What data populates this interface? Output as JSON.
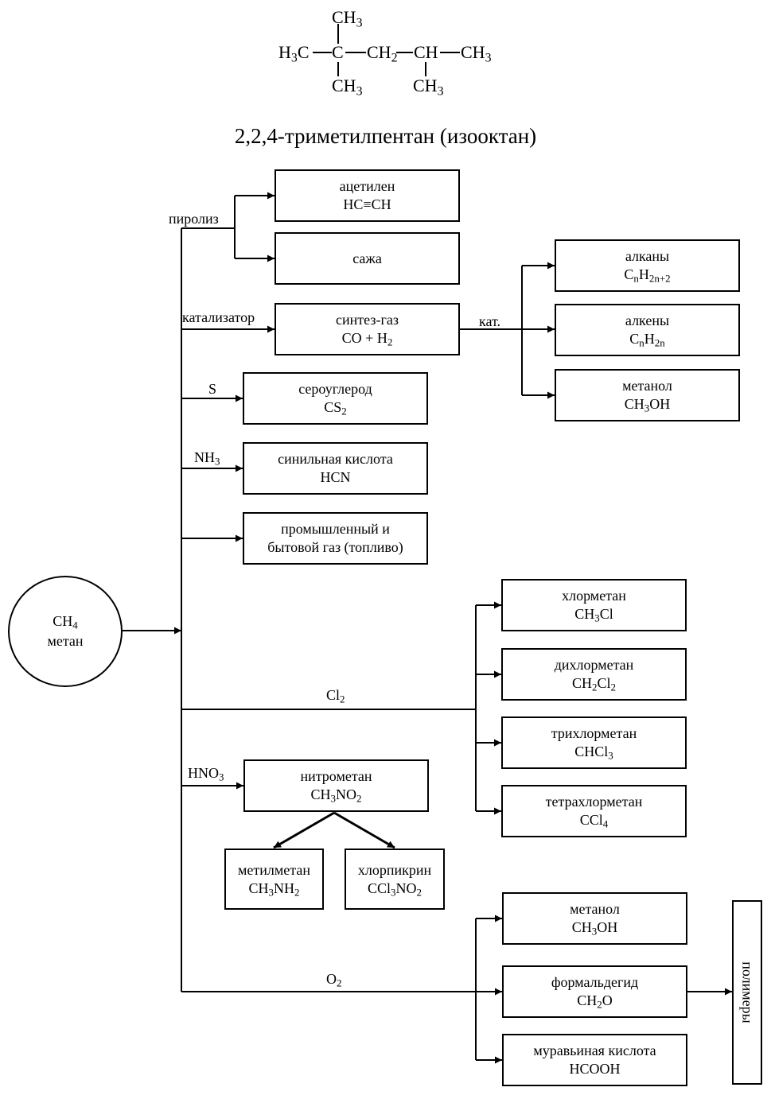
{
  "structure": {
    "top_ch3": "CH3",
    "h3c": "H3C",
    "c": "C",
    "ch2": "CH2",
    "ch": "CH",
    "right_ch3": "CH3",
    "bottom_ch3_left": "CH3",
    "bottom_ch3_right": "CH3"
  },
  "title": "2,2,4-триметилпентан (изооктан)",
  "center": {
    "formula": "CH4",
    "name": "метан"
  },
  "labels": {
    "pyrolysis": "пиролиз",
    "catalyst": "катализатор",
    "sulfur": "S",
    "ammonia": "NH3",
    "chlorine": "Cl2",
    "nitric_acid": "HNO3",
    "oxygen": "O2",
    "cat": "кат."
  },
  "boxes": {
    "acetylene": {
      "name": "ацетилен",
      "formula": "HC≡CH"
    },
    "soot": {
      "name": "сажа",
      "formula": ""
    },
    "syngas": {
      "name": "синтез-газ",
      "formula": "CO + H2"
    },
    "alkanes": {
      "name": "алканы",
      "formula": "CnH2n+2"
    },
    "alkenes": {
      "name": "алкены",
      "formula": "CnH2n"
    },
    "methanol_1": {
      "name": "метанол",
      "formula": "CH3OH"
    },
    "cs2": {
      "name": "сероуглерод",
      "formula": "CS2"
    },
    "hcn": {
      "name": "синильная кислота",
      "formula": "HCN"
    },
    "fuel": {
      "name": "промышленный и",
      "formula": "бытовой газ (топливо)"
    },
    "chloromethane": {
      "name": "хлорметан",
      "formula": "CH3Cl"
    },
    "dichloromethane": {
      "name": "дихлорметан",
      "formula": "CH2Cl2"
    },
    "trichloromethane": {
      "name": "трихлорметан",
      "formula": "CHCl3"
    },
    "tetrachloromethane": {
      "name": "тетрахлорметан",
      "formula": "CCl4"
    },
    "nitromethane": {
      "name": "нитрометан",
      "formula": "CH3NO2"
    },
    "methylmethane": {
      "name": "метилметан",
      "formula": "CH3NH2"
    },
    "chloropicrin": {
      "name": "хлорпикрин",
      "formula": "CCl3NO2"
    },
    "methanol_2": {
      "name": "метанол",
      "formula": "CH3OH"
    },
    "formaldehyde": {
      "name": "формальдегид",
      "formula": "CH2O"
    },
    "formic_acid": {
      "name": "муравьиная кислота",
      "formula": "HCOOH"
    }
  },
  "polymers": "полимеры"
}
